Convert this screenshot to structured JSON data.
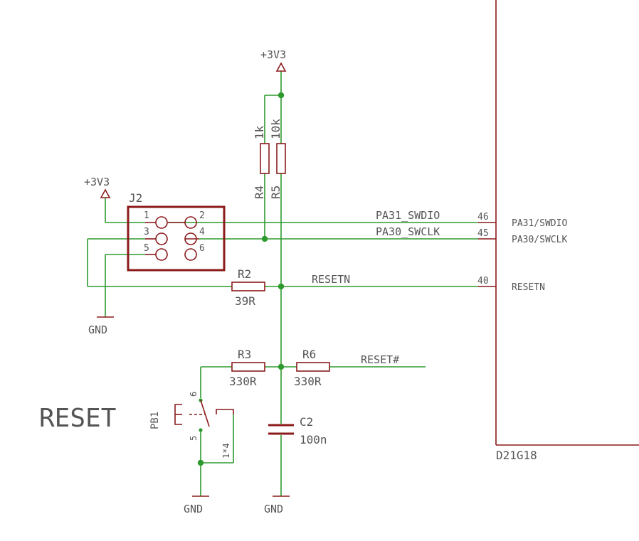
{
  "power": {
    "p3v3_top": "+3V3",
    "p3v3_left": "+3V3",
    "gnd_left": "GND",
    "gnd_switch": "GND",
    "gnd_cap": "GND"
  },
  "connector": {
    "name": "J2",
    "pins": [
      "1",
      "2",
      "3",
      "4",
      "5",
      "6"
    ]
  },
  "resistors": {
    "r4": {
      "name": "R4",
      "value": "1k"
    },
    "r5": {
      "name": "R5",
      "value": "10k"
    },
    "r2": {
      "name": "R2",
      "value": "39R"
    },
    "r3": {
      "name": "R3",
      "value": "330R"
    },
    "r6": {
      "name": "R6",
      "value": "330R"
    }
  },
  "capacitor": {
    "name": "C2",
    "value": "100n"
  },
  "switch": {
    "name": "PB1",
    "label": "RESET",
    "pin_top": "6",
    "pin_bottom": "5",
    "pins_extra": "1*4"
  },
  "nets": {
    "swdio": "PA31_SWDIO",
    "swclk": "PA30_SWCLK",
    "resetn": "RESETN",
    "reset_hash": "RESET#"
  },
  "mcu": {
    "name": "D21G18",
    "pin_swdio_num": "46",
    "pin_swclk_num": "45",
    "pin_resetn_num": "40",
    "pin_swdio_name": "PA31/SWDIO",
    "pin_swclk_name": "PA30/SWCLK",
    "pin_resetn_name": "RESETN"
  }
}
